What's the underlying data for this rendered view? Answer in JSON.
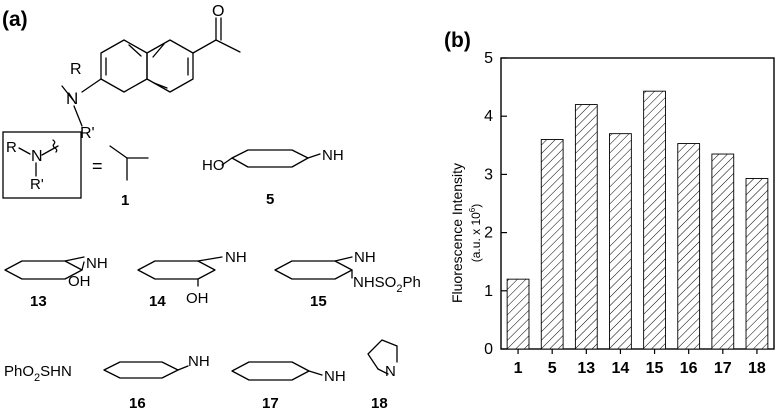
{
  "panel_a": {
    "label": "(a)",
    "substituent_r": "R",
    "substituent_r2": "R'",
    "nitrogen": "N",
    "oxygen": "O",
    "equals": "=",
    "compounds": [
      {
        "id": "1"
      },
      {
        "id": "5",
        "groups": [
          "HO",
          "NH"
        ]
      },
      {
        "id": "13",
        "groups": [
          "NH",
          "OH"
        ]
      },
      {
        "id": "14",
        "groups": [
          "NH",
          "OH"
        ]
      },
      {
        "id": "15",
        "groups": [
          "NH",
          "NHSO",
          "2",
          "Ph"
        ]
      },
      {
        "id": "16",
        "groups": [
          "PhO",
          "2",
          "SHN",
          "NH"
        ]
      },
      {
        "id": "17",
        "groups": [
          "NH"
        ]
      },
      {
        "id": "18",
        "groups": [
          "N"
        ]
      }
    ]
  },
  "chart_data": {
    "panel_label": "(b)",
    "type": "bar",
    "categories": [
      "1",
      "5",
      "13",
      "14",
      "15",
      "16",
      "17",
      "18"
    ],
    "values": [
      1.2,
      3.6,
      4.2,
      3.7,
      4.43,
      3.53,
      3.35,
      2.93
    ],
    "ylabel": "Fluorescence Intensity",
    "ylabel_units": "(a.u. x 10",
    "ylabel_exp": "6",
    "ylabel_close": ")",
    "ylim": [
      0,
      5
    ],
    "yticks": [
      0,
      1,
      2,
      3,
      4,
      5
    ],
    "bar_fill": "diagonal hatch",
    "grid": false
  }
}
